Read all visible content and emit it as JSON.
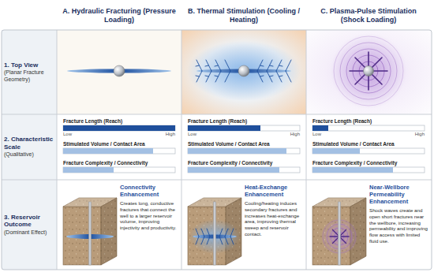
{
  "diagram": {
    "nodes": [
      {
        "text": [
          "A. Hydraulic Fracturing (Pressure Loading)"
        ]
      },
      {
        "text": [
          "B. Thermal Stimulation (Cooling / Heating)"
        ]
      },
      {
        "text": [
          "C. Plasma-Pulse Stimulation (Shock Loading)"
        ]
      },
      {
        "text": [
          "1. Top View",
          "(Planar Fracture Geometry)"
        ]
      },
      {
        "text": [
          "2. Characteristic Scale",
          "(Qualitative)"
        ]
      },
      {
        "text": [
          "3. Reservoir Outcome",
          "(Dominant Effect)"
        ]
      },
      {
        "text": [
          "Connectivity Enhancement",
          "Creates long, conductive fractures that connect the well to a larger reservoir volume, improving injectivity and productivity."
        ]
      },
      {
        "text": [
          "Heat-Exchange Enhancement",
          "Cooling/heating induces secondary fractures and increases heat-exchange area, improving thermal sweep and reservoir contact."
        ]
      },
      {
        "text": [
          "Near-Wellbore Permeability Enhancement",
          "Shock waves create and open short fractures near the wellbore, increasing permeability and improving flow access with limited fluid use."
        ]
      }
    ],
    "labels": [
      "Fracture Length (Reach)",
      "Low",
      "High",
      "Stimulated Volume / Contact Area",
      "Fracture Complexity / Connectivity",
      "Fracture Length (Reach)",
      "Low",
      "High",
      "Stimulated Volume / Contact Area",
      "Fracture Complexity / Connectivity",
      "Fracture Length (Reach)",
      "Low",
      "High",
      "Stimulated Volume / Contact Area",
      "Fracture Complexity / Connectivity"
    ]
  }
}
